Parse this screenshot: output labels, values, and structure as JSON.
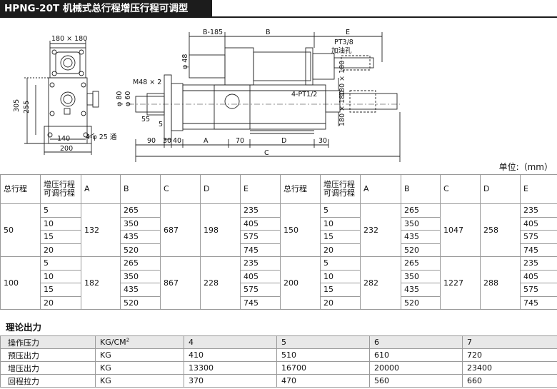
{
  "header": {
    "title": "HPNG-20T 机械式总行程增压行程可调型"
  },
  "drawing": {
    "front_view": {
      "top_dim": "180 × 180",
      "left_dim_outer": "305",
      "left_dim_inner": "255",
      "bottom_dim_inner": "140",
      "bottom_dim_outer": "200",
      "hole_note": "4-φ 25 通"
    },
    "side_view": {
      "top_dims": [
        "B-185",
        "B",
        "E"
      ],
      "port_note": "PT3/8",
      "oil_note": "加油孔",
      "dia_48": "φ 48",
      "thread_note": "M48 × 2",
      "dia_80": "φ 80",
      "dia_60": "φ 60",
      "dim_55": "55",
      "dim_5": "5",
      "port_note_2": "4-PT1/2",
      "right_dim_1": "180 × 180",
      "right_dim_2": "180 × 180",
      "bottom_dims": [
        "90",
        "30",
        "40",
        "A",
        "70",
        "D",
        "30"
      ],
      "overall_dim": "C"
    }
  },
  "unit_label": "单位:（mm）",
  "spec_table": {
    "headers": [
      "总行程",
      "增压行程",
      "可调行程",
      "A",
      "B",
      "C",
      "D",
      "E",
      "总行程",
      "增压行程",
      "可调行程",
      "A",
      "B",
      "C",
      "D",
      "E"
    ],
    "groups": [
      {
        "left": {
          "total": "50",
          "A": "132",
          "C": "687",
          "D": "198"
        },
        "right": {
          "total": "150",
          "A": "232",
          "C": "1047",
          "D": "258"
        }
      },
      {
        "left": {
          "total": "100",
          "A": "182",
          "C": "867",
          "D": "228"
        },
        "right": {
          "total": "200",
          "A": "282",
          "C": "1227",
          "D": "288"
        }
      }
    ],
    "strokes": [
      "5",
      "10",
      "15",
      "20"
    ],
    "B": [
      "265",
      "350",
      "435",
      "520"
    ],
    "E": [
      "235",
      "405",
      "575",
      "745"
    ]
  },
  "force_section": {
    "title": "理论出力",
    "rows": [
      {
        "label": "操作压力",
        "unit": "KG/CM",
        "unit_sup": "2",
        "values": [
          "4",
          "5",
          "6",
          "7"
        ]
      },
      {
        "label": "预压出力",
        "unit": "KG",
        "values": [
          "410",
          "510",
          "610",
          "720"
        ]
      },
      {
        "label": "增压出力",
        "unit": "KG",
        "values": [
          "13300",
          "16700",
          "20000",
          "23400"
        ]
      },
      {
        "label": "回程拉力",
        "unit": "KG",
        "values": [
          "370",
          "470",
          "560",
          "660"
        ]
      }
    ]
  }
}
